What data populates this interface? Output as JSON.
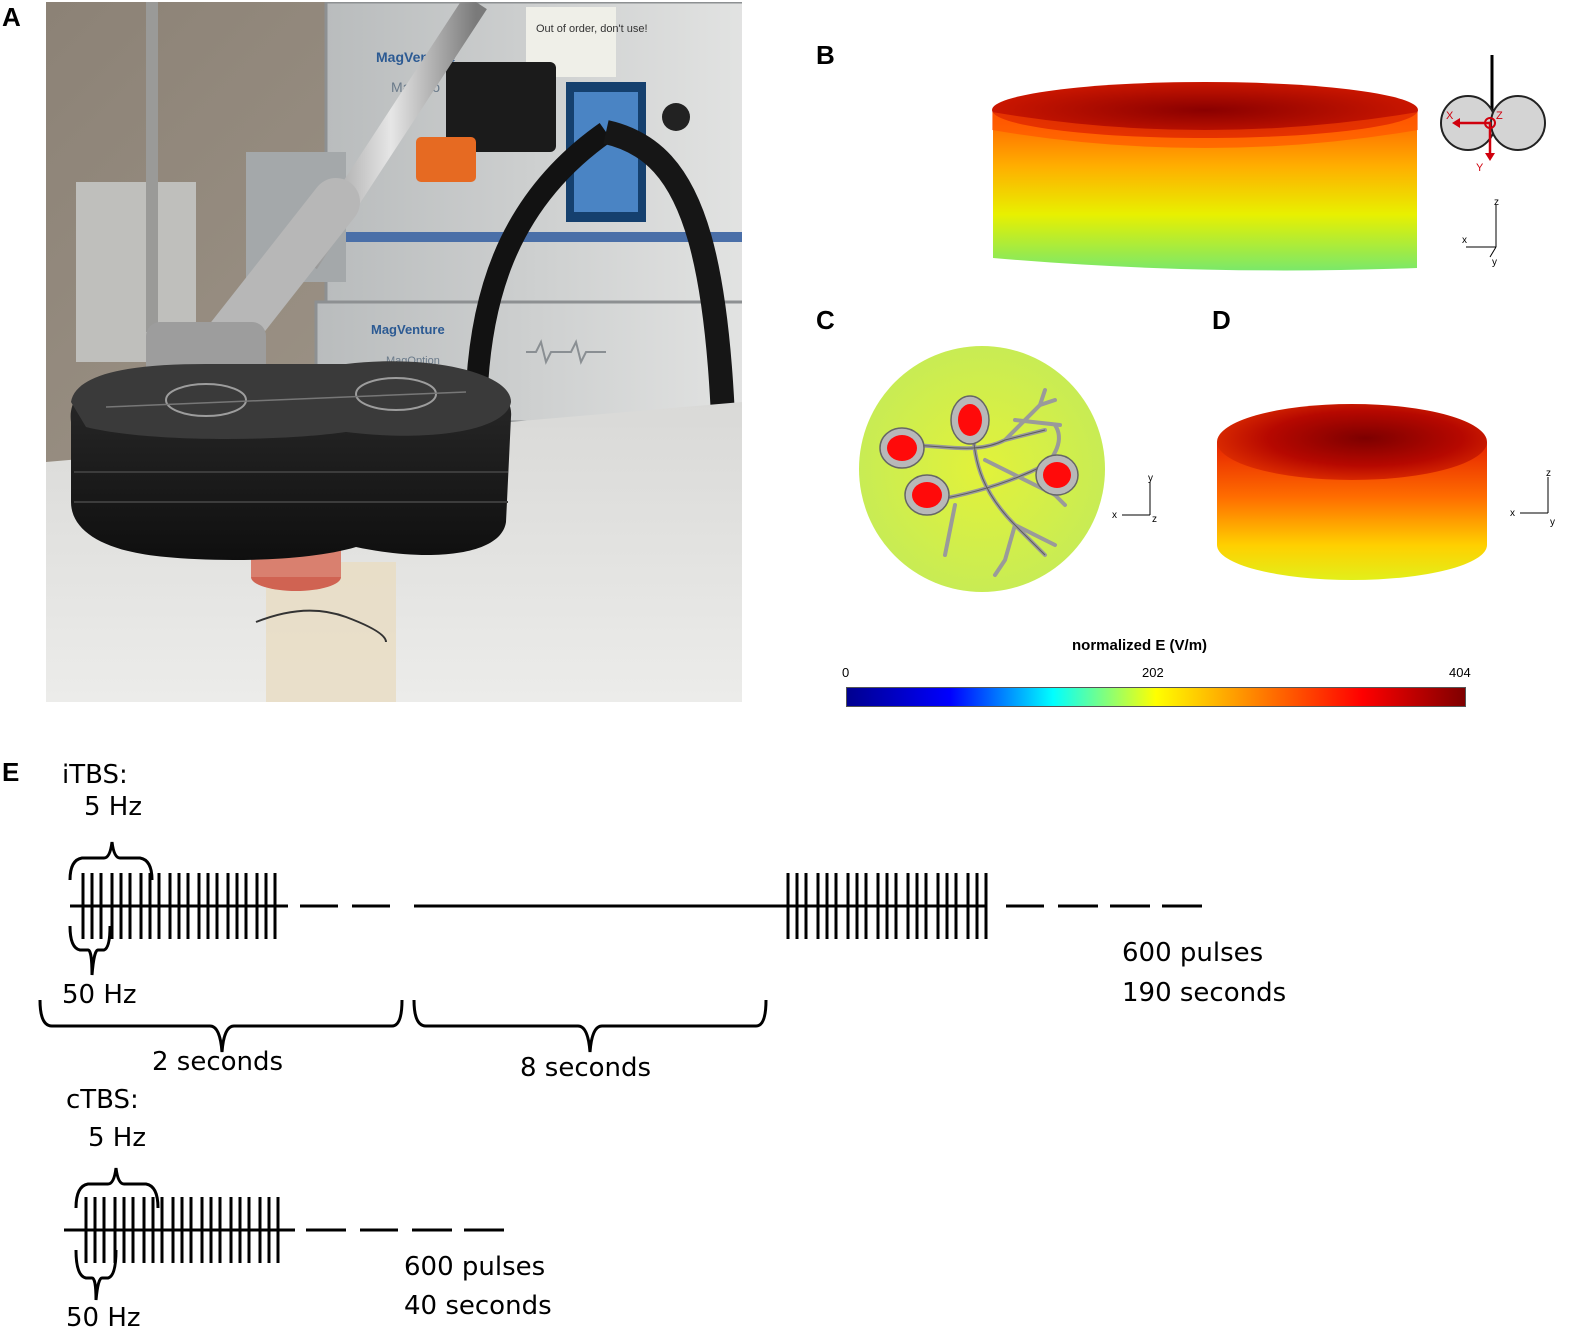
{
  "panels": {
    "a": "A",
    "b": "B",
    "c": "C",
    "d": "D",
    "e": "E"
  },
  "photo": {
    "brand_top": "MagVenture",
    "model_top": "MagPro",
    "brand_bottom": "MagVenture",
    "model_bottom": "MagOption",
    "note": "Out of order, don't use!"
  },
  "axes": {
    "x": "x",
    "y": "y",
    "z": "z"
  },
  "inset_axes": {
    "x": "X",
    "y": "Y",
    "z": "Z"
  },
  "colorbar": {
    "title": "normalized E (V/m)",
    "min": "0",
    "mid": "202",
    "max": "404",
    "colors": [
      "#00008f",
      "#0000ff",
      "#00ffff",
      "#ffff00",
      "#ff7f00",
      "#ff0000",
      "#7f0000"
    ]
  },
  "itbs": {
    "label": "iTBS:",
    "burst_freq": "5 Hz",
    "pulse_freq": "50 Hz",
    "train": "2 seconds",
    "gap": "8 seconds",
    "pulses": "600 pulses",
    "duration": "190 seconds"
  },
  "ctbs": {
    "label": "cTBS:",
    "burst_freq": "5 Hz",
    "pulse_freq": "50 Hz",
    "pulses": "600 pulses",
    "duration": "40 seconds"
  }
}
